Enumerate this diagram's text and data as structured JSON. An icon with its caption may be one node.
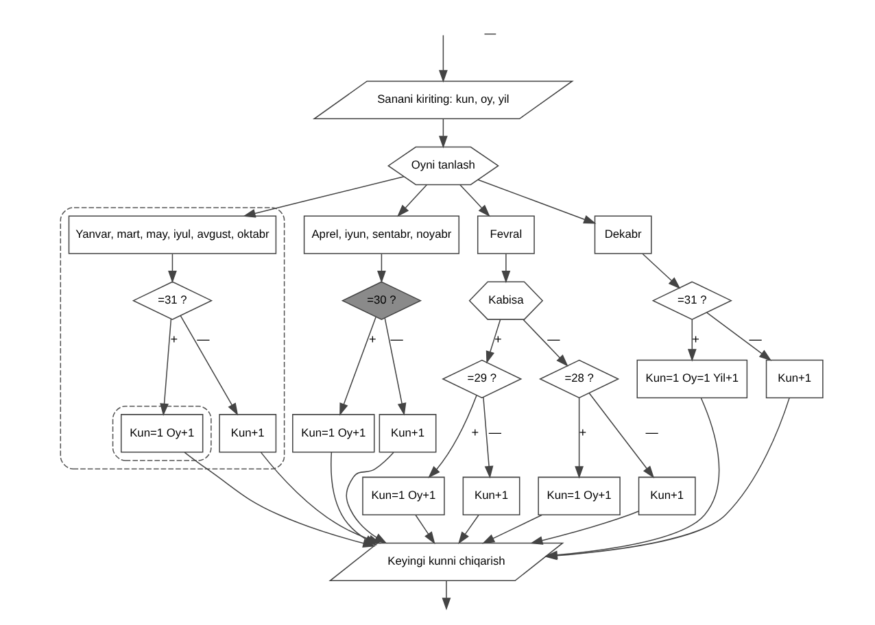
{
  "diagram": {
    "nodes": [
      {
        "text": [
          "Sanani kiriting: kun, oy, yil"
        ]
      },
      {
        "text": [
          "Oyni tanlash"
        ]
      },
      {
        "text": [],
        "shape": "box"
      },
      {
        "text": [
          "Yanvar, mart, may, iyul, avgust, oktabr"
        ],
        "in": 2
      },
      {
        "text": [
          "=31 ?"
        ],
        "in": 2
      },
      {
        "text": [],
        "shape": "box",
        "in": 2
      },
      {
        "text": [
          "Kun=1 Oy+1"
        ],
        "in": 5
      },
      {
        "text": [
          "Kun+1"
        ],
        "in": 2
      },
      {
        "text": [
          "Aprel, iyun, sentabr, noyabr"
        ]
      },
      {
        "text": [
          "=30 ?"
        ]
      },
      {
        "text": [
          "Kun=1 Oy+1"
        ]
      },
      {
        "text": [
          "Kun+1"
        ]
      },
      {
        "text": [
          "Fevral"
        ]
      },
      {
        "text": [
          "Kabisa"
        ]
      },
      {
        "text": [
          "=29 ?"
        ]
      },
      {
        "text": [
          "Kun=1 Oy+1"
        ]
      },
      {
        "text": [
          "Kun+1"
        ]
      },
      {
        "text": [
          "=28 ?"
        ]
      },
      {
        "text": [
          "Kun=1 Oy+1"
        ]
      },
      {
        "text": [
          "Kun+1"
        ]
      },
      {
        "text": [
          "Dekabr"
        ]
      },
      {
        "text": [
          "=31 ?"
        ]
      },
      {
        "text": [
          "Kun=1 Oy=1 Yil+1"
        ]
      },
      {
        "text": [
          "Kun+1"
        ]
      },
      {
        "text": [
          "Keyingi kunni chiqarish"
        ]
      }
    ],
    "edges": [
      {
        "from": null,
        "to": 0,
        "arrow": "to"
      },
      {
        "from": 0,
        "to": 1,
        "arrow": "to"
      },
      {
        "from": 1,
        "to": 3,
        "arrow": "to"
      },
      {
        "from": 1,
        "to": 8,
        "arrow": "to"
      },
      {
        "from": 1,
        "to": 12,
        "arrow": "to"
      },
      {
        "from": 1,
        "to": 20,
        "arrow": "to"
      },
      {
        "from": 3,
        "to": 4,
        "arrow": "to"
      },
      {
        "from": 4,
        "to": 6,
        "arrow": "to",
        "label": "+"
      },
      {
        "from": 4,
        "to": 7,
        "arrow": "to",
        "label": "—"
      },
      {
        "from": 8,
        "to": 9,
        "arrow": "to"
      },
      {
        "from": 9,
        "to": 10,
        "arrow": "to",
        "label": "+"
      },
      {
        "from": 9,
        "to": 11,
        "arrow": "to",
        "label": "—"
      },
      {
        "from": 12,
        "to": 13,
        "arrow": "to"
      },
      {
        "from": 13,
        "to": 14,
        "arrow": "to",
        "label": "+"
      },
      {
        "from": 13,
        "to": 17,
        "arrow": "to",
        "label": "—"
      },
      {
        "from": 14,
        "to": 15,
        "arrow": "to",
        "label": "+"
      },
      {
        "from": 14,
        "to": 16,
        "arrow": "to",
        "label": "—"
      },
      {
        "from": 17,
        "to": 18,
        "arrow": "to",
        "label": "+"
      },
      {
        "from": 17,
        "to": 19,
        "arrow": "to",
        "label": "—"
      },
      {
        "from": 20,
        "to": 21,
        "arrow": "to"
      },
      {
        "from": 21,
        "to": 22,
        "arrow": "to",
        "label": "+"
      },
      {
        "from": 21,
        "to": 23,
        "arrow": "to",
        "label": "—"
      },
      {
        "from": 6,
        "to": 24,
        "arrow": "to"
      },
      {
        "from": 7,
        "to": 24,
        "arrow": "to"
      },
      {
        "from": 10,
        "to": 24,
        "arrow": "to"
      },
      {
        "from": 11,
        "to": 24,
        "arrow": "to"
      },
      {
        "from": 15,
        "to": 24,
        "arrow": "to"
      },
      {
        "from": 16,
        "to": 24,
        "arrow": "to"
      },
      {
        "from": 18,
        "to": 24,
        "arrow": "to"
      },
      {
        "from": 19,
        "to": 24,
        "arrow": "to"
      },
      {
        "from": 22,
        "to": 24,
        "arrow": "to"
      },
      {
        "from": 23,
        "to": 24,
        "arrow": "to"
      },
      {
        "from": 24,
        "to": null,
        "arrow": "to"
      }
    ],
    "labels": [
      "—"
    ]
  }
}
